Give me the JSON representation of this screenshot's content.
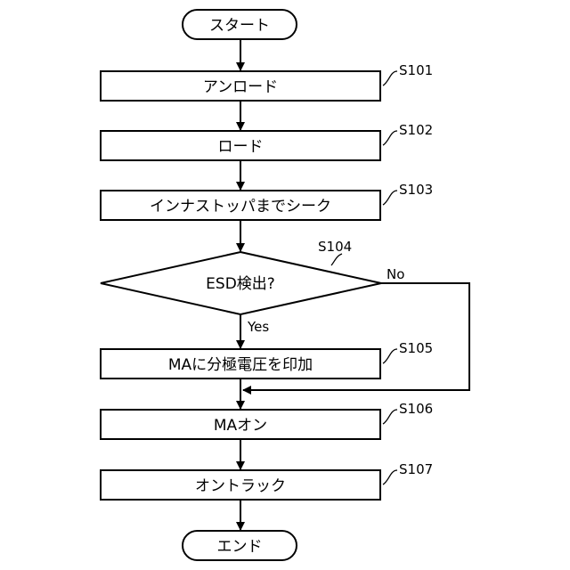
{
  "flowchart": {
    "start": {
      "label": "スタート"
    },
    "end": {
      "label": "エンド"
    },
    "steps": [
      {
        "id": "S101",
        "label": "アンロード"
      },
      {
        "id": "S102",
        "label": "ロード"
      },
      {
        "id": "S103",
        "label": "インナストッパまでシーク"
      },
      {
        "id": "S105",
        "label": "MAに分極電圧を印加"
      },
      {
        "id": "S106",
        "label": "MAオン"
      },
      {
        "id": "S107",
        "label": "オントラック"
      }
    ],
    "decision": {
      "id": "S104",
      "label": "ESD検出?",
      "yes_label": "Yes",
      "no_label": "No"
    }
  }
}
